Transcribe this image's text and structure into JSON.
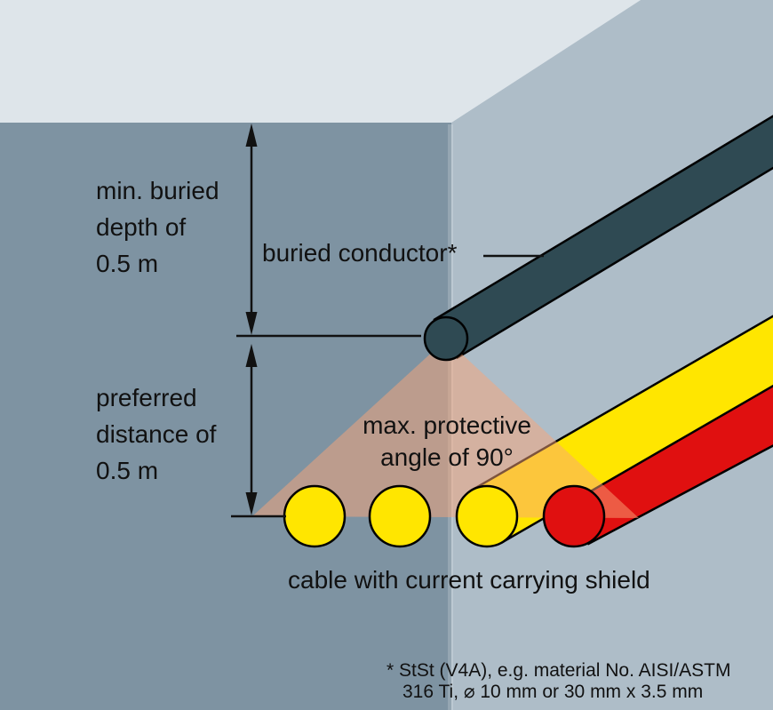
{
  "diagram": {
    "depth_label": {
      "l1": "min. buried",
      "l2": "depth of",
      "l3": "0.5 m"
    },
    "conductor_label": "buried conductor*",
    "distance_label": {
      "l1": "preferred",
      "l2": "distance of",
      "l3": "0.5 m"
    },
    "angle_label": {
      "l1": "max. protective",
      "l2": "angle of 90°"
    },
    "cable_label": "cable with current carrying shield",
    "footnote": {
      "l1": "* StSt (V4A), e.g. material No. AISI/ASTM",
      "l2": "316 Ti, ⌀ 10 mm or 30 mm x 3.5 mm"
    }
  },
  "colors": {
    "surface_top": "#dee5ea",
    "soil_front": "#7e93a2",
    "soil_side": "#aebdc8",
    "conductor": "#2f4a53",
    "cable_yellow": "#ffe600",
    "cable_red": "#e01010",
    "protective_zone": "#faa578",
    "text": "#111111"
  }
}
